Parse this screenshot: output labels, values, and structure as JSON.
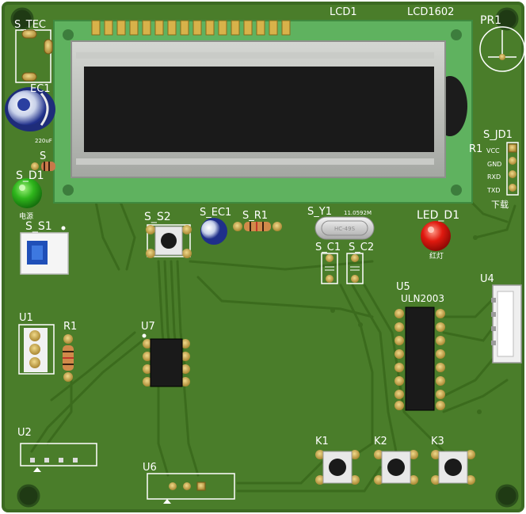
{
  "board": {
    "colors": {
      "pcb": "#4a7d2a",
      "pcb_edge": "#3c6a22",
      "trace": "#3a6a1c",
      "silk": "#ffffff",
      "pad": "#c9a54a",
      "lcd_bezel": "#b7b9b5",
      "lcd_pcb": "#5fb25f",
      "lcd_screen": "#1a1a1a"
    },
    "labels": {
      "lcd1": "LCD1",
      "lcd1602": "LCD1602",
      "pr1": "PR1",
      "s_tec": "S_TEC",
      "ec1": "EC1",
      "ec1_value": "220uF",
      "s_small": "S",
      "s_d1": "S_D1",
      "d1_note": "电源",
      "s_jd1": "S_JD1",
      "r1_top": "R1",
      "jd_vcc": "VCC",
      "jd_gnd": "GND",
      "jd_rxd": "RXD",
      "jd_txd": "TXD",
      "jd_note": "下载",
      "s_s2": "S_S2",
      "s_ec1": "S_EC1",
      "s_r1": "S_R1",
      "s_y1": "S_Y1",
      "y1_freq": "11.0592M",
      "y1_part": "HC-49S",
      "led_d1": "LED_D1",
      "led_note": "红灯",
      "s_s1": "S_S1",
      "s_c1": "S_C1",
      "s_c2": "S_C2",
      "u5": "U5",
      "uln2003": "ULN2003",
      "u4": "U4",
      "u1": "U1",
      "r1": "R1",
      "u7": "U7",
      "u2": "U2",
      "u6": "U6",
      "k1": "K1",
      "k2": "K2",
      "k3": "K3"
    }
  }
}
